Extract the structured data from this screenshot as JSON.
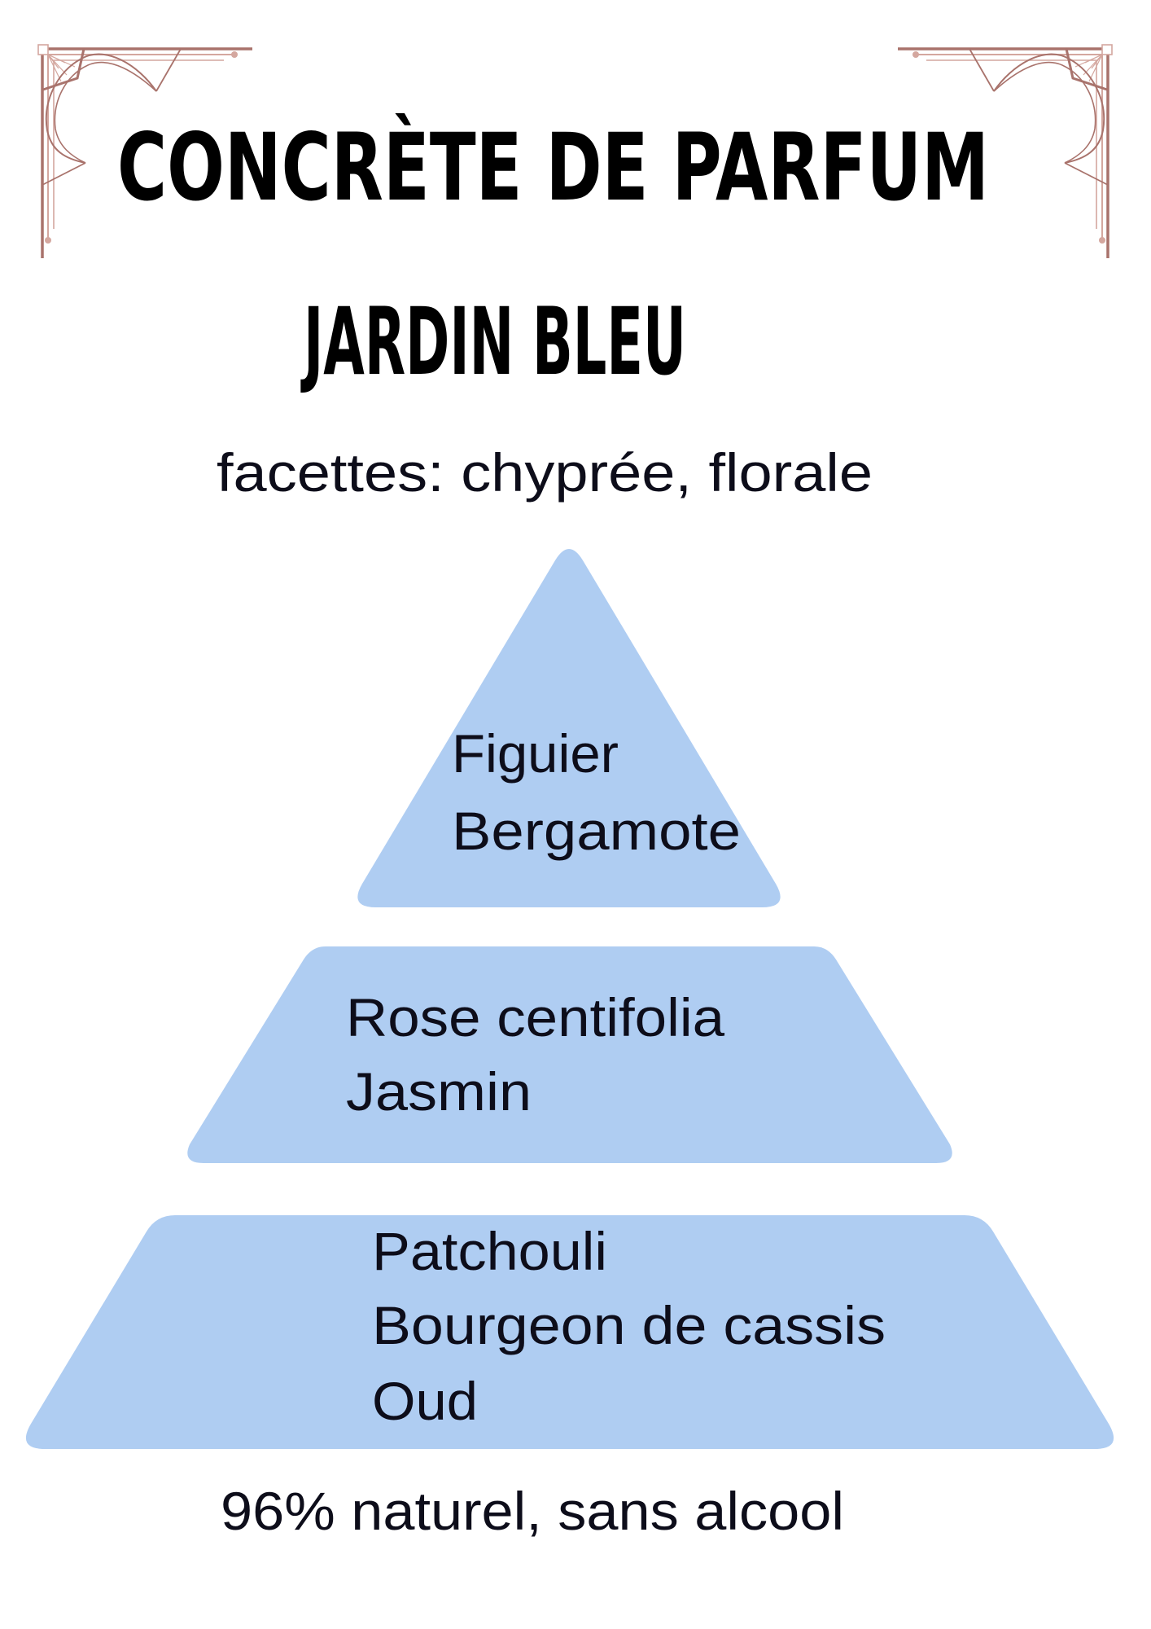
{
  "poster": {
    "title": "CONCRÈTE DE PARFUM",
    "name": "JARDIN BLEU",
    "facets": "facettes: chyprée, florale",
    "footer": "96% naturel, sans alcool"
  },
  "pyramid": {
    "top": {
      "notes": [
        "Figuier",
        "Bergamote"
      ]
    },
    "middle": {
      "notes": [
        "Rose centifolia",
        "Jasmin"
      ]
    },
    "base": {
      "notes": [
        "Patchouli",
        "Bourgeon de cassis",
        "Oud"
      ]
    }
  },
  "colors": {
    "tier_fill": "#afcdf2",
    "ornament_dark": "#a9736c",
    "ornament_light": "#d4a79f",
    "text": "#000000"
  },
  "icons": {
    "corner_left": "art-deco-corner-ornament",
    "corner_right": "art-deco-corner-ornament"
  }
}
